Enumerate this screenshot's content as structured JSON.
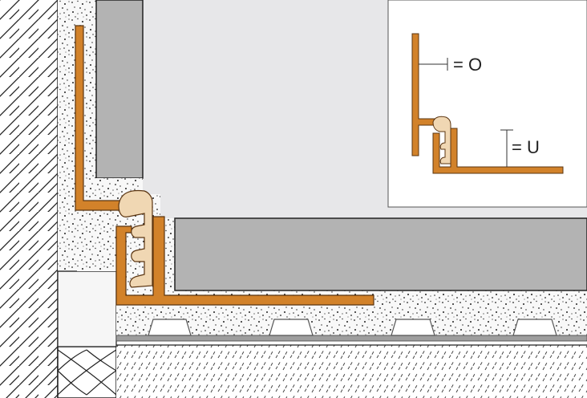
{
  "legend": {
    "label_upper": "= O",
    "label_lower": "= U"
  },
  "colors": {
    "profile_orange": "#d2822a",
    "profile_outline": "#5a3410",
    "insert_beige": "#f0d7b3",
    "tile_grey": "#b3b3b3",
    "wall_panel_grey": "#e7e7e9",
    "mortar_white": "#f8f8f8",
    "membrane_grey": "#9e9e9e",
    "line_dark": "#2a2a2a"
  },
  "icons": {
    "wall_hatch": "diagonal-hatch-pattern",
    "mortar": "speckle-pattern",
    "insulation": "cross-hatch-insulation",
    "screed": "dashed-hatch-pattern"
  }
}
